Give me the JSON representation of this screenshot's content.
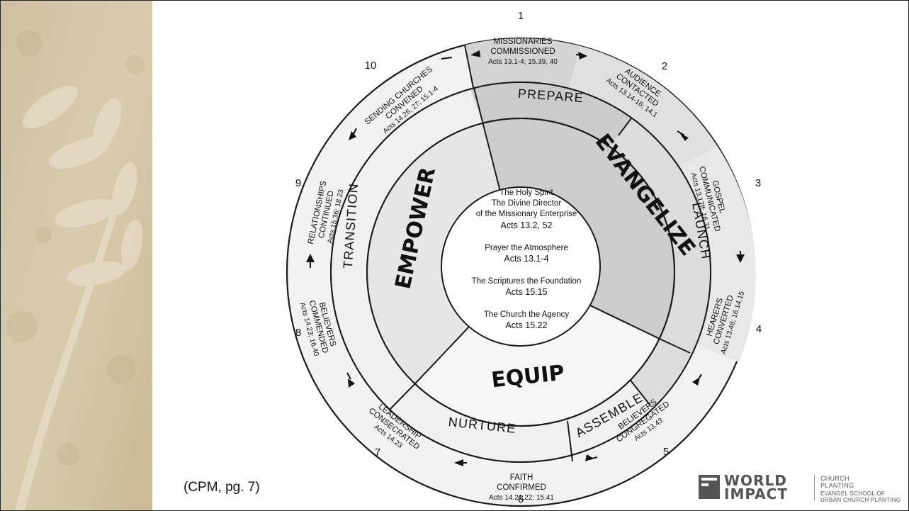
{
  "slide": {
    "citation": "(CPM, pg. 7)",
    "logo": {
      "word1": "WORLD",
      "word2": "IMPACT",
      "sub1": "CHURCH",
      "sub2": "PLANTING",
      "sub3": "EVANGEL SCHOOL OF",
      "sub4": "URBAN CHURCH PLANTING"
    }
  },
  "diagram": {
    "center": {
      "line1": "The Holy Spirit",
      "line2": "The Divine Director",
      "line3": "of the Missionary Enterprise",
      "line4": "Acts 13.2, 52",
      "line5": "Prayer the Atmosphere",
      "line6": "Acts 13.1-4",
      "line7": "The Scriptures the Foundation",
      "line8": "Acts 15.15",
      "line9": "The Church the Agency",
      "line10": "Acts 15.22"
    },
    "phases": {
      "evangelize": "EVANGELIZE",
      "equip": "EQUIP",
      "empower": "EMPOWER"
    },
    "stages": {
      "prepare": "PREPARE",
      "launch": "LAUNCH",
      "assemble": "ASSEMBLE",
      "nurture": "NURTURE",
      "transition": "TRANSITION"
    },
    "steps": [
      {
        "num": "1",
        "line1": "MISSIONARIES",
        "line2": "COMMISSIONED",
        "ref": "Acts 13.1-4; 15.39, 40"
      },
      {
        "num": "2",
        "line1": "AUDIENCE",
        "line2": "CONTACTED",
        "ref": "Acts 13.14-16; 14.1"
      },
      {
        "num": "3",
        "line1": "GOSPEL",
        "line2": "COMMUNICATED",
        "ref": "Acts 13.17ff; 16.31"
      },
      {
        "num": "4",
        "line1": "HEARERS",
        "line2": "CONVERTED",
        "ref": "Acts 13.48; 16.14,15"
      },
      {
        "num": "5",
        "line1": "BELIEVERS",
        "line2": "CONGREGATED",
        "ref": "Acts 13.43"
      },
      {
        "num": "6",
        "line1": "FAITH",
        "line2": "CONFIRMED",
        "ref": "Acts 14.21,22; 15.41"
      },
      {
        "num": "7",
        "line1": "LEADERSHIP",
        "line2": "CONSECRATED",
        "ref": "Acts 14.23"
      },
      {
        "num": "8",
        "line1": "BELIEVERS",
        "line2": "COMMENDED",
        "ref": "Acts 14.23; 16.40"
      },
      {
        "num": "9",
        "line1": "RELATIONSHIPS",
        "line2": "CONTINUED",
        "ref": "Acts 15.36; 18.23"
      },
      {
        "num": "10",
        "line1": "SENDING CHURCHES",
        "line2": "CONVENED",
        "ref": "Acts 14.26, 27; 15.1-4"
      }
    ],
    "colors": {
      "evangelize": "#cdcdcd",
      "evangelize_ring": "#dcdcdc",
      "empower": "#e6e6e6",
      "equip": "#f4f4f4",
      "outer_ring_top": "#d2d2d2"
    }
  }
}
